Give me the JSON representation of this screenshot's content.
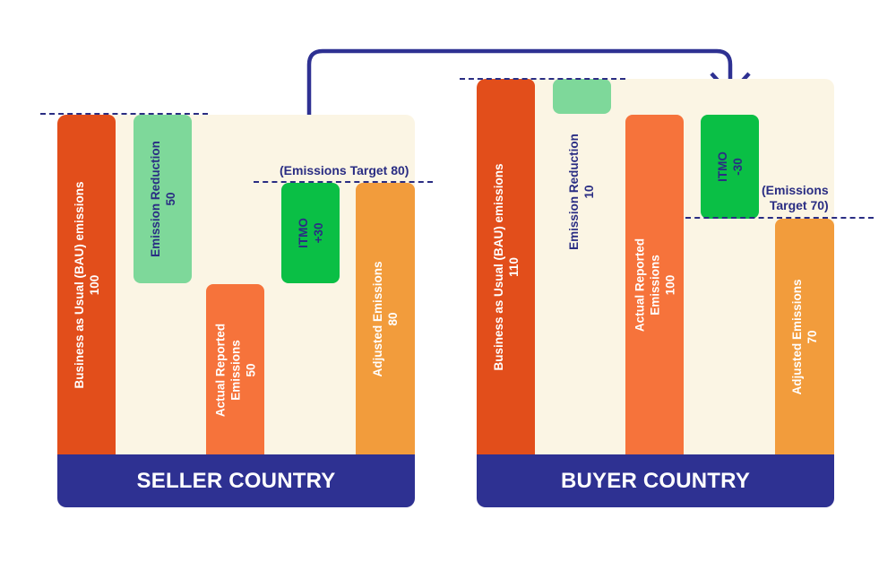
{
  "colors": {
    "panel_bg": "#fbf5e4",
    "footer": "#2e3192",
    "text_dark": "#2a2d83",
    "bau": "#e24e1b",
    "reduction": "#7ed89a",
    "actual": "#f6733b",
    "itmo": "#0abf45",
    "adjusted": "#f29c3c"
  },
  "seller": {
    "title": "SELLER COUNTRY",
    "bau": {
      "label": "Business as Usual (BAU) emissions",
      "value": "100"
    },
    "reduction": {
      "label": "Emission Reduction",
      "value": "50"
    },
    "actual": {
      "line1": "Actual Reported",
      "line2": "Emissions",
      "value": "50"
    },
    "itmo": {
      "label": "ITMO",
      "value": "+30"
    },
    "adjusted": {
      "label": "Adjusted Emissions",
      "value": "80"
    },
    "target": "(Emissions Target 80)"
  },
  "buyer": {
    "title": "BUYER COUNTRY",
    "bau": {
      "label": "Business as Usual (BAU) emissions",
      "value": "110"
    },
    "reduction": {
      "label": "Emission Reduction",
      "value": "10"
    },
    "actual": {
      "line1": "Actual Reported",
      "line2": "Emissions",
      "value": "100"
    },
    "itmo": {
      "label": "ITMO",
      "value": "-30"
    },
    "adjusted": {
      "label": "Adjusted Emissions",
      "value": "70"
    },
    "target_line1": "(Emissions",
    "target_line2": "Target 70)"
  }
}
